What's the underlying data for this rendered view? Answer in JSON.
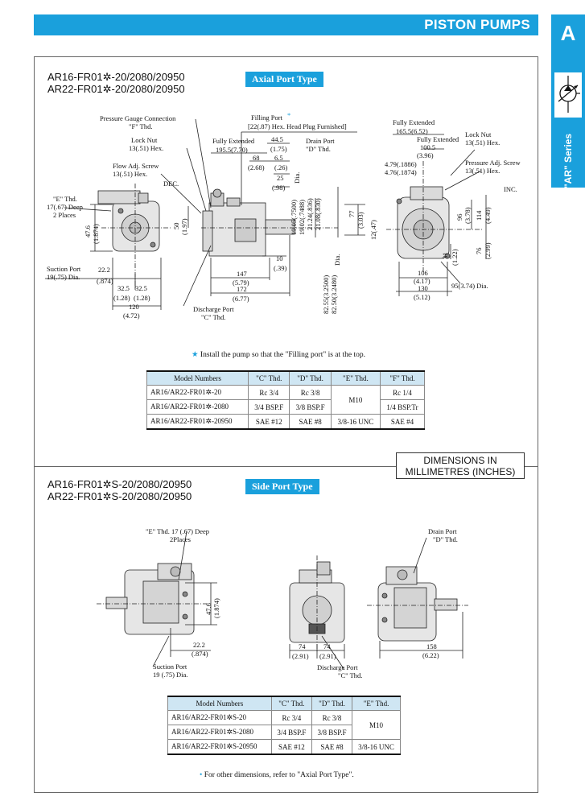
{
  "header": {
    "title": "PISTON PUMPS"
  },
  "side_tab": {
    "letter": "A",
    "series": "\"AR\" Series",
    "icon": "pump-symbol-icon"
  },
  "axial": {
    "models": [
      "AR16-FR01✲-20/2080/20950",
      "AR22-FR01✲-20/2080/20950"
    ],
    "badge": "Axial Port Type",
    "labels": {
      "pressure_gauge": "Pressure Gauge Connection",
      "pressure_gauge_f": "\"F\" Thd.",
      "lock_nut": "Lock Nut",
      "lock_nut_dim": "13(.51) Hex.",
      "flow_adj": "Flow Adj. Screw",
      "flow_adj_dim": "13(.51) Hex.",
      "dec": "DEC.",
      "e_thd": "\"E\" Thd.",
      "e_deep": "17(.67) Deep",
      "e_places": "2 Places",
      "suction_port": "Suction Port",
      "suction_dim": "19(.75) Dia.",
      "filling_port": "Filling Port",
      "filling_dim": "[22(.87) Hex. Head Plug Furnished]",
      "fully_extended": "Fully Extended",
      "fully_extended_dim": "195.5(7.70)",
      "drain_port": "Drain Port",
      "drain_d": "\"D\" Thd.",
      "d_44_5": "44.5",
      "d_1_75": "(1.75)",
      "d_68": "68",
      "d_2_68": "(2.68)",
      "d_6_5": "6.5",
      "d_26": "(.26)",
      "d_25": "25",
      "d_98": "(.98)",
      "d_dia1": "Dia.",
      "d_19_05": "19.05(.7500)",
      "d_19_02": "19.02(.7488)",
      "d_21_24": "21.24(.836)",
      "d_21_08": "21.08(.830)",
      "d_77": "77",
      "d_3_03": "(3.03)",
      "d_50": "50",
      "d_1_97": "(1.97)",
      "d_47_6": "47.6",
      "d_1_874": "(1.874)",
      "d_22_2": "22.2",
      "d_874": "(.874)",
      "d_32_5a": "32.5",
      "d_32_5b": "32.5",
      "d_1_28a": "(1.28)",
      "d_1_28b": "(1.28)",
      "d_120": "120",
      "d_4_72": "(4.72)",
      "d_10": "10",
      "d_39": "(.39)",
      "d_147": "147",
      "d_5_79": "(5.79)",
      "d_172": "172",
      "d_6_77": "(6.77)",
      "d_82_55": "82.55(3.2500)",
      "d_82_50": "82.50(3.2480)",
      "d_dia2": "Dia.",
      "discharge_port": "Discharge Port",
      "discharge_c": "\"C\" Thd.",
      "r_fully_ext": "Fully Extended",
      "r_165_5": "165.5(6.52)",
      "r_fully_ext2": "Fully Extended",
      "r_100_5": "100.5",
      "r_3_96": "(3.96)",
      "r_lock_nut": "Lock Nut",
      "r_lock_dim": "13(.51) Hex.",
      "r_479": "4.79(.1886)",
      "r_476": "4.76(.1874)",
      "r_pressure_adj": "Pressure Adj. Screw",
      "r_pressure_dim": "13(.51) Hex.",
      "r_inc": "INC.",
      "r_12": "12(.47)",
      "r_96": "96",
      "r_3_78": "(3.78)",
      "r_114": "114",
      "r_4_49": "(4.49)",
      "r_76": "76",
      "r_2_99": "(2.99)",
      "r_31": "31",
      "r_1_22": "(1.22)",
      "r_106": "106",
      "r_4_17": "(4.17)",
      "r_130": "130",
      "r_5_12": "(5.12)",
      "r_95": "95(3.74) Dia."
    },
    "note": "Install the pump so that the \"Filling port\" is at the top.",
    "table": {
      "headers": [
        "Model Numbers",
        "\"C\" Thd.",
        "\"D\" Thd.",
        "\"E\" Thd.",
        "\"F\" Thd."
      ],
      "rows": [
        [
          "AR16/AR22-FR01✲-20",
          "Rc 3/4",
          "Rc 3/8",
          "M10",
          "Rc 1/4"
        ],
        [
          "AR16/AR22-FR01✲-2080",
          "3/4 BSP.F",
          "3/8 BSP.F",
          "",
          "1/4 BSP.Tr"
        ],
        [
          "AR16/AR22-FR01✲-20950",
          "SAE #12",
          "SAE #8",
          "3/8-16 UNC",
          "SAE #4"
        ]
      ]
    }
  },
  "dimensions_box": {
    "line1": "DIMENSIONS IN",
    "line2": "MILLIMETRES (INCHES)"
  },
  "side": {
    "models": [
      "AR16-FR01✲S-20/2080/20950",
      "AR22-FR01✲S-20/2080/20950"
    ],
    "badge": "Side Port Type",
    "labels": {
      "e_thd": "\"E\" Thd. 17 (.67) Deep",
      "e_places": "2Places",
      "d_47_6": "47.6",
      "d_1_874": "(1.874)",
      "d_22_2": "22.2",
      "d_874": "(.874)",
      "suction_port": "Suction Port",
      "suction_dim": "19 (.75) Dia.",
      "d_74a": "74",
      "d_74b": "74",
      "d_2_91a": "(2.91)",
      "d_2_91b": "(2.91)",
      "discharge_port": "Discharge Port",
      "discharge_c": "\"C\" Thd.",
      "drain_port": "Drain Port",
      "drain_d": "\"D\" Thd.",
      "d_158": "158",
      "d_6_22": "(6.22)"
    },
    "table": {
      "headers": [
        "Model Numbers",
        "\"C\" Thd.",
        "\"D\" Thd.",
        "\"E\" Thd."
      ],
      "rows": [
        [
          "AR16/AR22-FR01✲S-20",
          "Rc 3/4",
          "Rc 3/8",
          "M10"
        ],
        [
          "AR16/AR22-FR01✲S-2080",
          "3/4 BSP.F",
          "3/8 BSP.F",
          ""
        ],
        [
          "AR16/AR22-FR01✲S-20950",
          "SAE #12",
          "SAE #8",
          "3/8-16 UNC"
        ]
      ]
    },
    "note": "For other dimensions, refer to \"Axial Port Type\"."
  }
}
